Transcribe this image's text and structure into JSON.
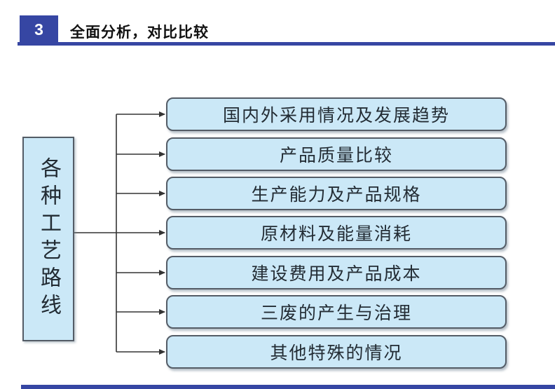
{
  "header": {
    "badge": "3",
    "title": "全面分析，对比比较"
  },
  "diagram": {
    "root_label": "各种工艺路线",
    "items": [
      "国内外采用情况及发展趋势",
      "产品质量比较",
      "生产能力及产品规格",
      "原材料及能量消耗",
      "建设费用及产品成本",
      "三废的产生与治理",
      "其他特殊的情况"
    ]
  },
  "colors": {
    "accent_navy": "#3646a3",
    "node_fill": "#cbe8f7",
    "node_border": "#545c66",
    "connector_line": "#333333",
    "text": "#232c34"
  }
}
